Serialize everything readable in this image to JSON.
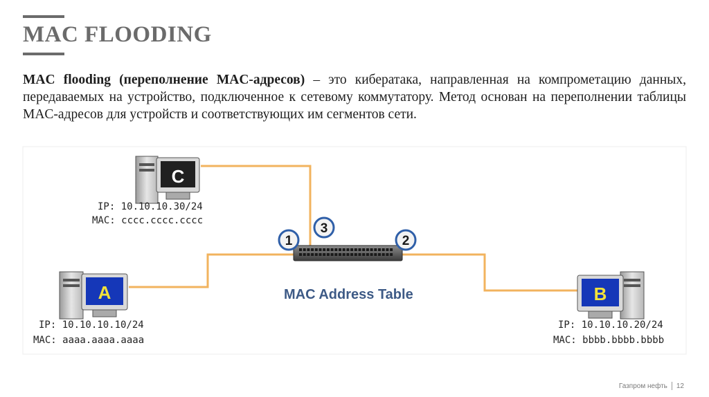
{
  "slide": {
    "title": "MAC FLOODING",
    "description_bold": "MAC flooding (переполнение MAC-адресов)",
    "description_rest": " – это кибератака, направленная на компрометацию данных, передаваемых на устройство, подключенное к сетевому коммутатору. Метод основан на переполнении таблицы MAC-адресов для устройств и соответствующих им сегментов сети."
  },
  "diagram": {
    "table_label": "MAC Address Table",
    "ports": [
      "1",
      "2",
      "3"
    ],
    "hosts": [
      {
        "letter": "C",
        "ip": "IP: 10.10.10.30/24",
        "mac": "MAC: cccc.cccc.cccc"
      },
      {
        "letter": "A",
        "ip": "IP: 10.10.10.10/24",
        "mac": "MAC: aaaa.aaaa.aaaa"
      },
      {
        "letter": "B",
        "ip": "IP: 10.10.10.20/24",
        "mac": "MAC: bbbb.bbbb.bbbb"
      }
    ],
    "colors": {
      "cable": "#f2b35e",
      "port_ring": "#2f5fa8",
      "label": "#3d5a86",
      "screen_c": "#202020",
      "screen_ab": "#1537b8",
      "letter_ab": "#f2e23a"
    }
  },
  "footer": {
    "company": "Газпром нефть",
    "page": "12"
  }
}
